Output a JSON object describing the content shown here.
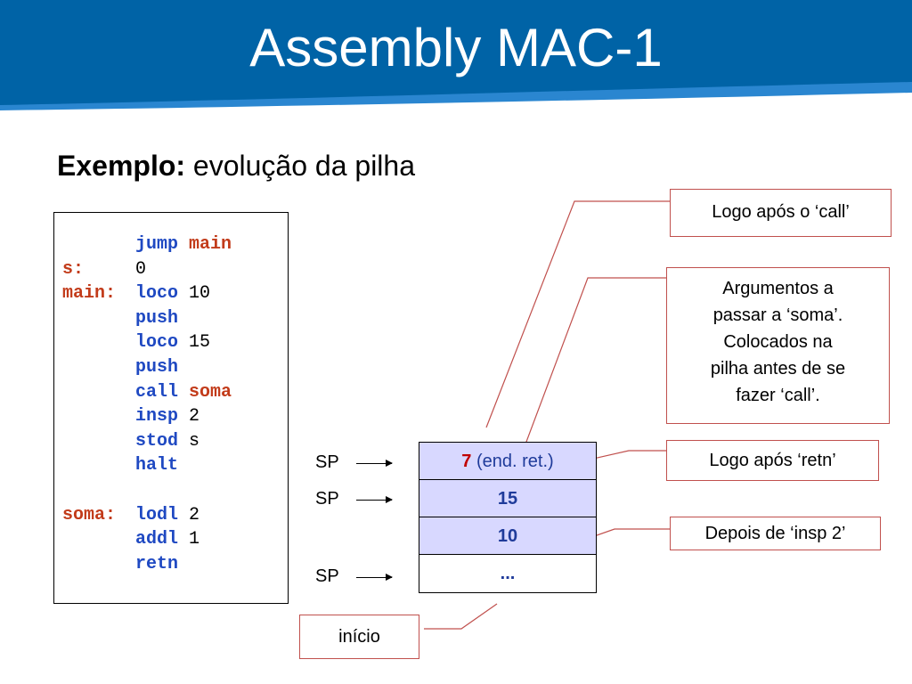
{
  "slide": {
    "title": "Assembly MAC-1",
    "subtitle_bold": "Exemplo:",
    "subtitle_rest": " evolução da pilha"
  },
  "code": [
    {
      "label": "",
      "instr": "jump",
      "arg": "main",
      "arg_is_label": true
    },
    {
      "label": "s:",
      "instr": "",
      "arg": "0",
      "arg_is_label": false
    },
    {
      "label": "main:",
      "instr": "loco",
      "arg": "10",
      "arg_is_label": false
    },
    {
      "label": "",
      "instr": "push",
      "arg": "",
      "arg_is_label": false
    },
    {
      "label": "",
      "instr": "loco",
      "arg": "15",
      "arg_is_label": false
    },
    {
      "label": "",
      "instr": "push",
      "arg": "",
      "arg_is_label": false
    },
    {
      "label": "",
      "instr": "call",
      "arg": "soma",
      "arg_is_label": true
    },
    {
      "label": "",
      "instr": "insp",
      "arg": "2",
      "arg_is_label": false
    },
    {
      "label": "",
      "instr": "stod",
      "arg": "s",
      "arg_is_label": false
    },
    {
      "label": "",
      "instr": "halt",
      "arg": "",
      "arg_is_label": false
    },
    {
      "label": "",
      "instr": "",
      "arg": "",
      "arg_is_label": false
    },
    {
      "label": "soma:",
      "instr": "lodl",
      "arg": "2",
      "arg_is_label": false
    },
    {
      "label": "",
      "instr": "addl",
      "arg": "1",
      "arg_is_label": false
    },
    {
      "label": "",
      "instr": "retn",
      "arg": "",
      "arg_is_label": false
    }
  ],
  "stack": {
    "cells": [
      {
        "value": "7",
        "suffix": " (end. ret.)"
      },
      {
        "value": "15",
        "suffix": ""
      },
      {
        "value": "10",
        "suffix": ""
      },
      {
        "value": "...",
        "suffix": ""
      }
    ],
    "sp_label": "SP"
  },
  "callouts": {
    "after_call": "Logo após o ‘call’",
    "arguments": [
      "Argumentos a",
      "passar a ‘soma’.",
      "Colocados na",
      "pilha antes de se",
      "fazer ‘call’."
    ],
    "after_retn": "Logo após ‘retn’",
    "after_insp": "Depois de ‘insp 2’",
    "start": "início"
  },
  "colors": {
    "header": "#0063a6",
    "label": "#c23b1a",
    "instruction": "#1f49c2",
    "stack_fill": "#d8d8ff",
    "callout_border": "#c0504d"
  }
}
